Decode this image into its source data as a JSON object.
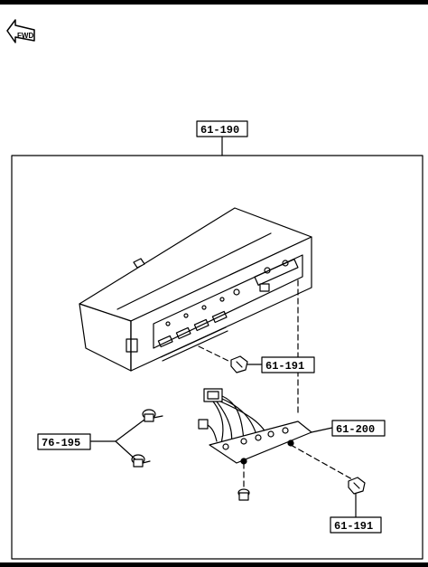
{
  "orientation": {
    "fwd_label": "FWD"
  },
  "parts": {
    "assembly_ref": "61-190",
    "knob_ref_upper": "61-191",
    "knob_ref_lower": "61-191",
    "harness_ref": "61-200",
    "screw_ref": "76-195"
  }
}
